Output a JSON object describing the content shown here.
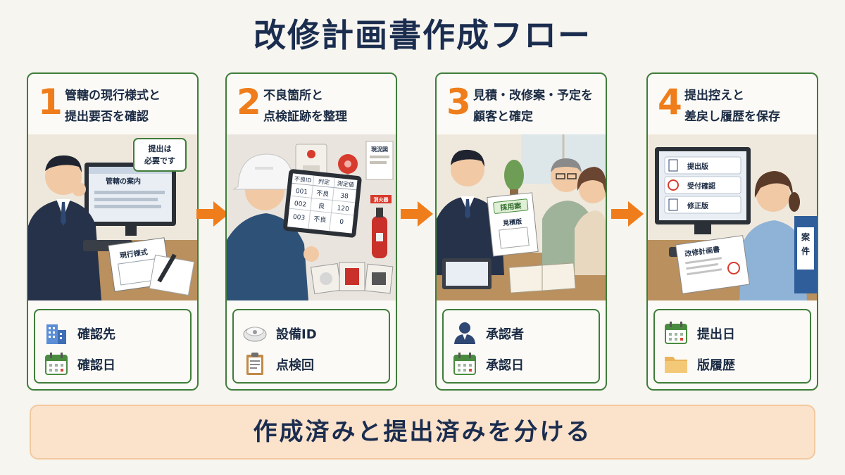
{
  "title": "改修計画書作成フロー",
  "steps": [
    {
      "num": "1",
      "title_line1": "管轄の現行様式と",
      "title_line2": "提出要否を確認",
      "scene": {
        "speech_line1": "提出は",
        "speech_line2": "必要です",
        "monitor_text": "管轄の案内",
        "doc_title": "現行様式"
      },
      "items": [
        {
          "icon": "office-building-icon",
          "label": "確認先"
        },
        {
          "icon": "calendar-icon",
          "label": "確認日"
        }
      ]
    },
    {
      "num": "2",
      "title_line1": "不良箇所と",
      "title_line2": "点検証跡を整理",
      "scene": {
        "poster_text": "現況図",
        "extinguisher_sign": "消火器",
        "table_headers": [
          "不良ID",
          "判定",
          "測定値"
        ],
        "table_rows": [
          [
            "001",
            "不良",
            "38"
          ],
          [
            "002",
            "良",
            "120"
          ],
          [
            "003",
            "不良",
            "0"
          ]
        ]
      },
      "items": [
        {
          "icon": "smoke-detector-icon",
          "label": "設備ID"
        },
        {
          "icon": "clipboard-icon",
          "label": "点検回"
        }
      ]
    },
    {
      "num": "3",
      "title_line1": "見積・改修案・予定を",
      "title_line2": "顧客と確定",
      "scene": {
        "doc_label_top": "採用案",
        "doc_label_sub": "見積版"
      },
      "items": [
        {
          "icon": "person-icon",
          "label": "承認者"
        },
        {
          "icon": "calendar-icon",
          "label": "承認日"
        }
      ]
    },
    {
      "num": "4",
      "title_line1": "提出控えと",
      "title_line2": "差戻し履歴を保存",
      "scene": {
        "monitor_items": [
          "提出版",
          "受付確認",
          "修正版"
        ],
        "doc_title": "改修計画書",
        "binder_text_1": "案",
        "binder_text_2": "件"
      },
      "items": [
        {
          "icon": "calendar-icon",
          "label": "提出日"
        },
        {
          "icon": "folder-icon",
          "label": "版履歴"
        }
      ]
    }
  ],
  "banner": "作成済みと提出済みを分ける",
  "colors": {
    "accent_orange": "#ef7d1b",
    "card_border_green": "#3f7d3a",
    "title_navy": "#1b2d4f",
    "banner_bg": "#fbe2cb"
  }
}
